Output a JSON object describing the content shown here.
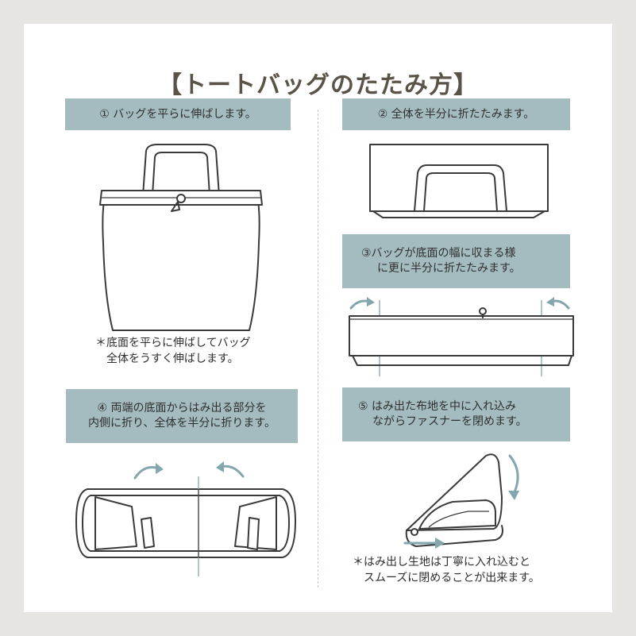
{
  "title": "【トートバッグのたたみ方】",
  "steps": {
    "s1": {
      "lines": [
        "① バッグを平らに伸ばします。"
      ]
    },
    "s2": {
      "lines": [
        "② 全体を半分に折たたみます。"
      ]
    },
    "s3": {
      "lines": [
        "③バッグが底面の幅に収まる様",
        "に更に半分に折たたみます。"
      ]
    },
    "s4": {
      "lines": [
        "④ 両端の底面からはみ出る部分を",
        "内側に折り、全体を半分に折ります。"
      ]
    },
    "s5": {
      "lines": [
        "⑤ はみ出た布地を中に入れ込み",
        "ながらファスナーを閉めます。"
      ]
    }
  },
  "notes": {
    "n1": {
      "lines": [
        "＊底面を平らに伸ばしてバッグ",
        "全体をうすく伸ばします。"
      ]
    },
    "n2": {
      "lines": [
        "＊はみ出し生地は丁寧に入れ込むと",
        "スムーズに閉めることが出来ます。"
      ]
    }
  },
  "colors": {
    "label_bg": "#a4bcbf",
    "arrow": "#84a6ae",
    "title": "#5a5348",
    "frame": "#e6e5e2"
  },
  "icons": [
    "curved-arrow-icon",
    "straight-arrow-icon",
    "zipper-pull-icon"
  ]
}
